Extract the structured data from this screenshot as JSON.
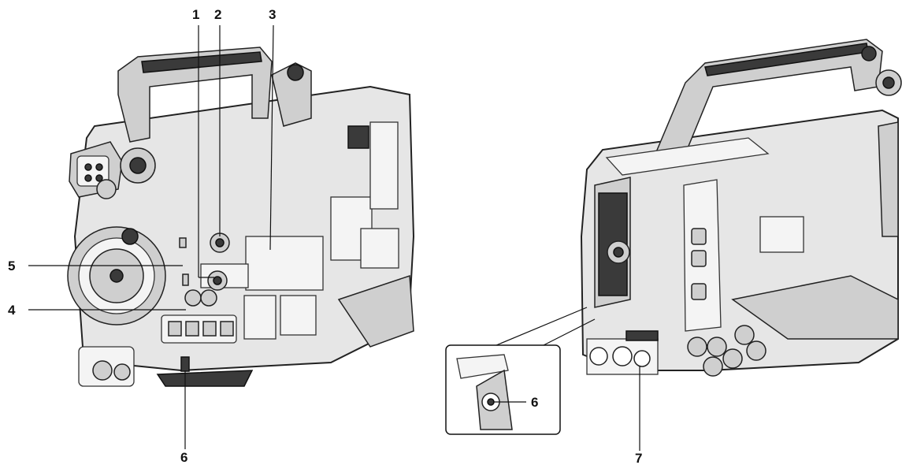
{
  "callouts": {
    "c1": "1",
    "c2": "2",
    "c3": "3",
    "c4": "4",
    "c5": "5",
    "c6_left": "6",
    "c6_inset": "6",
    "c7": "7"
  },
  "colors": {
    "ink": "#111111",
    "body": "#e6e6e6",
    "dark": "#3a3a3a"
  }
}
